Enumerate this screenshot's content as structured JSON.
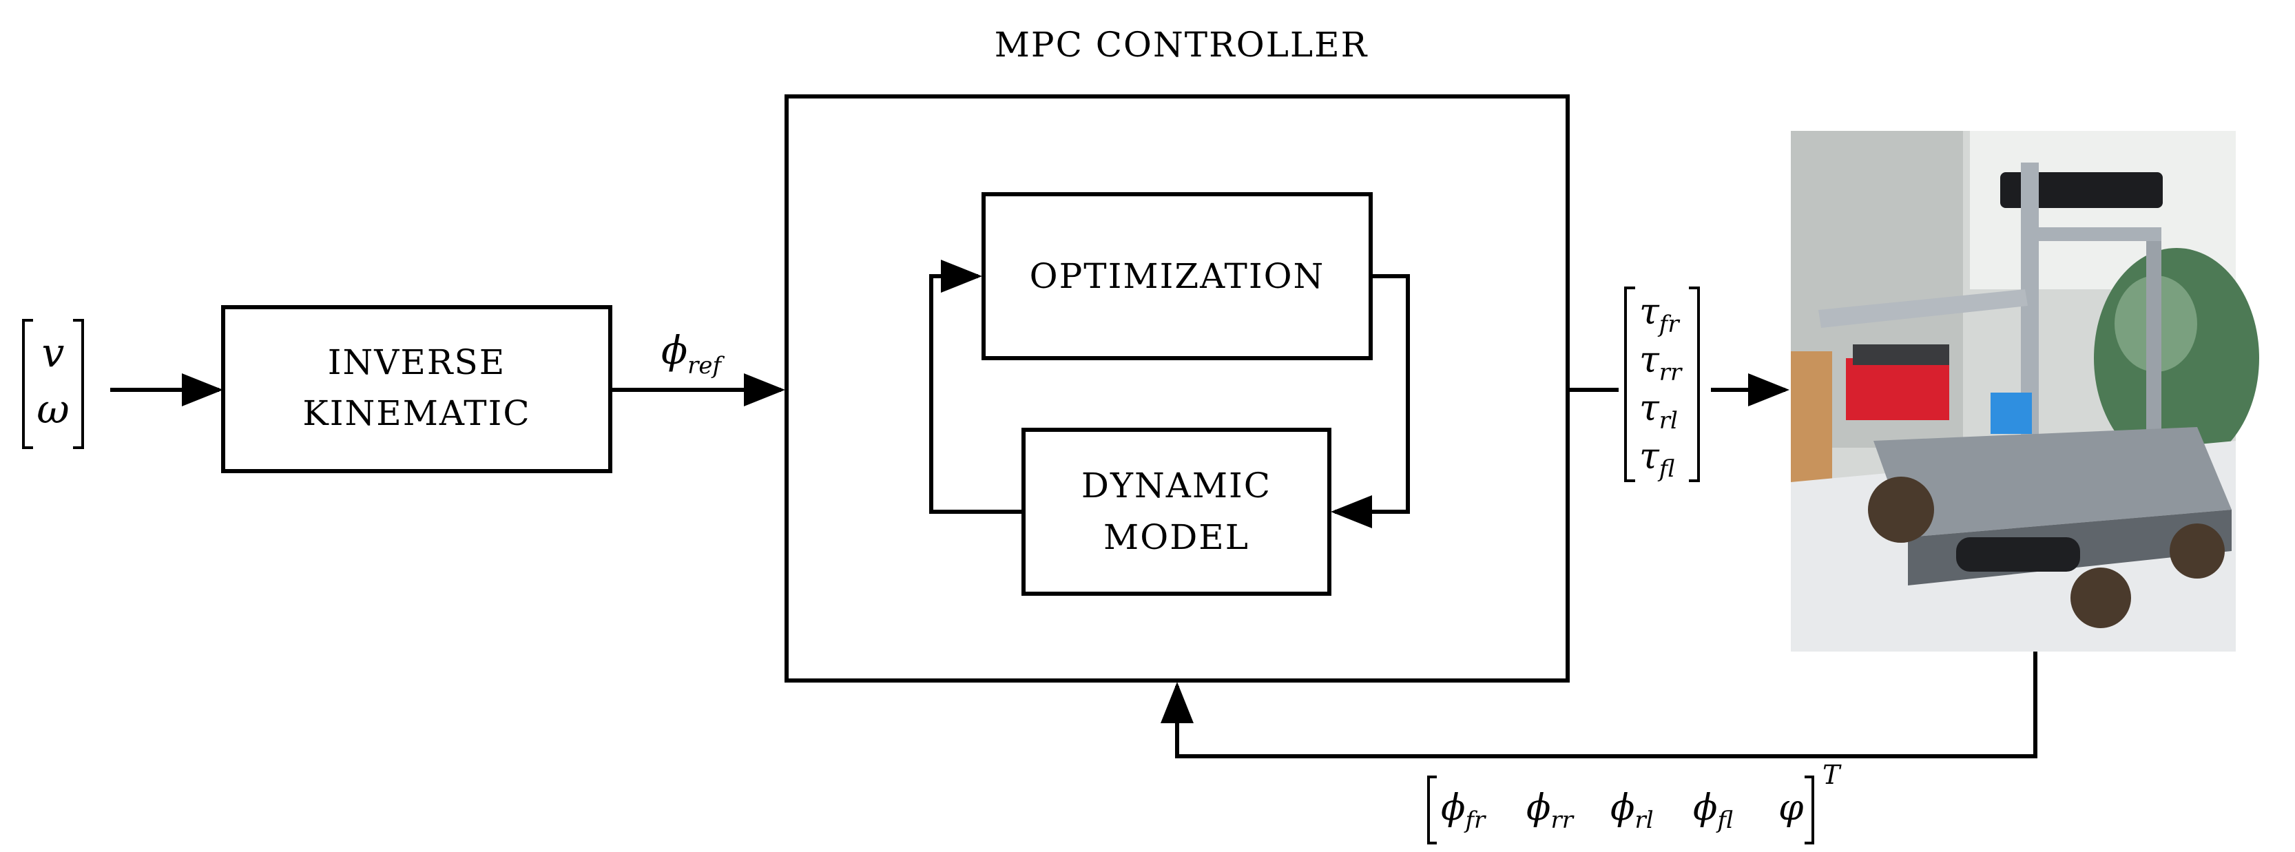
{
  "title": "MPC CONTROLLER",
  "input_vector": [
    "v",
    "ω"
  ],
  "blocks": {
    "inverse_kinematic": [
      "INVERSE",
      "KINEMATIC"
    ],
    "optimization": "OPTIMIZATION",
    "dynamic_model": [
      "DYNAMIC",
      "MODEL"
    ]
  },
  "phi_ref": {
    "symbol": "ϕ",
    "sub": "ref"
  },
  "torque_vector": [
    {
      "symbol": "τ",
      "sub": "fr"
    },
    {
      "symbol": "τ",
      "sub": "rr"
    },
    {
      "symbol": "τ",
      "sub": "rl"
    },
    {
      "symbol": "τ",
      "sub": "fl"
    }
  ],
  "feedback_vector": {
    "items": [
      {
        "symbol": "ϕ",
        "sub": "fr"
      },
      {
        "symbol": "ϕ",
        "sub": "rr"
      },
      {
        "symbol": "ϕ",
        "sub": "rl"
      },
      {
        "symbol": "ϕ",
        "sub": "fl"
      },
      {
        "symbol": "φ",
        "sub": ""
      }
    ],
    "transpose": "T"
  },
  "colors": {
    "line": "#000000",
    "robot_red": "#d8202e",
    "robot_blue": "#2f8fe0",
    "wall": "#c8ccc9",
    "floor": "#e9ecef",
    "aluminium": "#a9b0b7"
  }
}
